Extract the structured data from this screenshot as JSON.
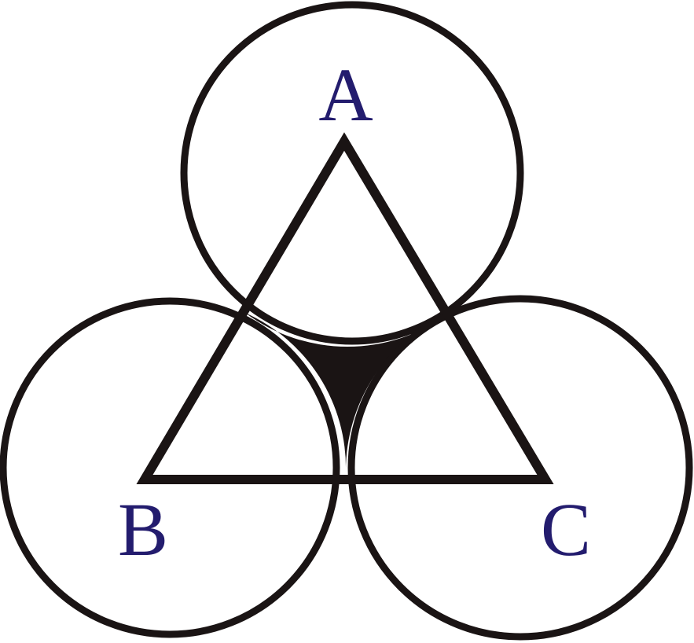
{
  "diagram": {
    "labels": {
      "a": "A",
      "b": "B",
      "c": "C"
    },
    "colors": {
      "stroke": "#1a1414",
      "label": "#231c6e",
      "fill": "#1a1414"
    }
  }
}
